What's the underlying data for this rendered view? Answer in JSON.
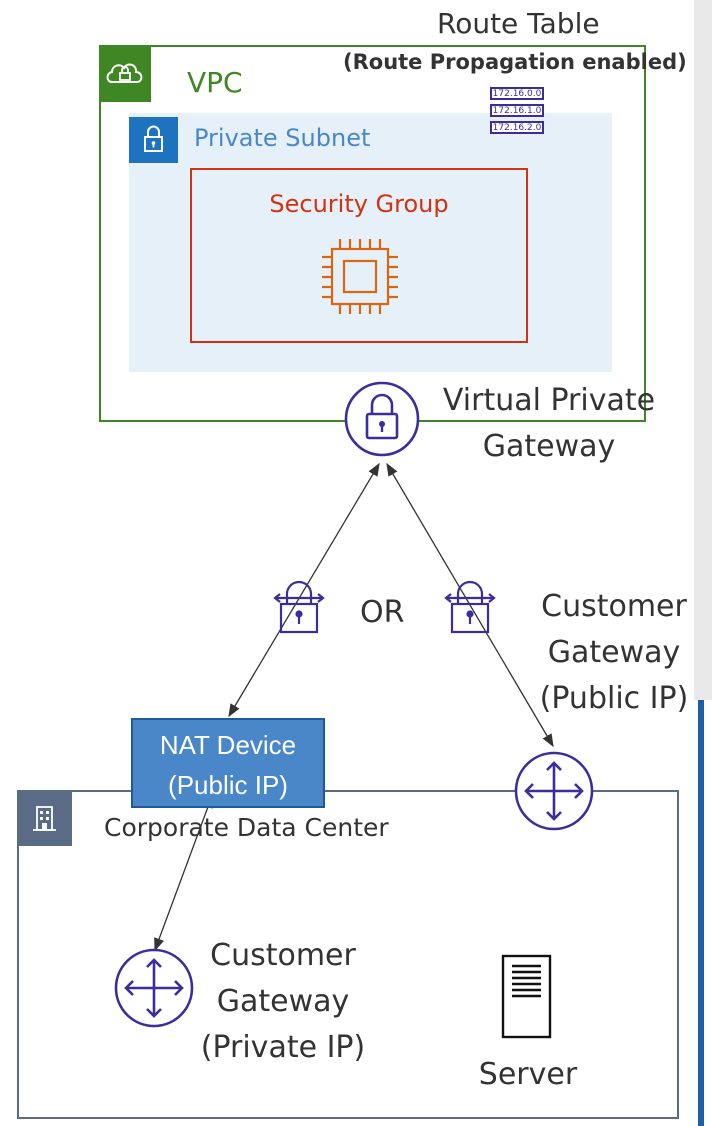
{
  "route_table": {
    "title": "Route Table",
    "subtitle": "(Route Propagation enabled)",
    "rows": [
      "172.16.0.0",
      "172.16.1.0",
      "172.16.2.0"
    ]
  },
  "vpc": {
    "label": "VPC"
  },
  "subnet": {
    "label": "Private Subnet"
  },
  "security_group": {
    "label": "Security Group"
  },
  "vgw": {
    "line1": "Virtual Private",
    "line2": "Gateway"
  },
  "or_label": "OR",
  "cgw_public": {
    "line1": "Customer",
    "line2": "Gateway",
    "line3": "(Public IP)"
  },
  "nat": {
    "line1": "NAT Device",
    "line2": "(Public IP)"
  },
  "datacenter": {
    "label": "Corporate Data Center"
  },
  "cgw_private": {
    "line1": "Customer",
    "line2": "Gateway",
    "line3": "(Private IP)"
  },
  "server": {
    "label": "Server"
  },
  "colors": {
    "vpc": "#3f8624",
    "subnet_badge": "#1e73be",
    "subnet_fill": "#e6f0f8",
    "security_group": "#d13212",
    "gateway": "#3b2d9b",
    "datacenter": "#5a6b86",
    "nat": "#4a87c8"
  },
  "icons": [
    "cloud-lock-icon",
    "padlock-icon",
    "chip-icon",
    "route-table-icon",
    "vpn-gateway-icon",
    "vpn-connection-icon",
    "router-icon",
    "building-icon",
    "server-icon"
  ]
}
